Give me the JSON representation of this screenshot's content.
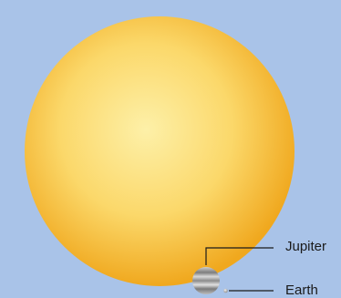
{
  "diagram": {
    "background_color": "#a9c3e8",
    "sun": {
      "name": "sun",
      "color_center": "#fdf0a8",
      "color_edge": "#f0a81e"
    },
    "planets": [
      {
        "key": "jupiter",
        "label": "Jupiter"
      },
      {
        "key": "earth",
        "label": "Earth"
      }
    ]
  }
}
